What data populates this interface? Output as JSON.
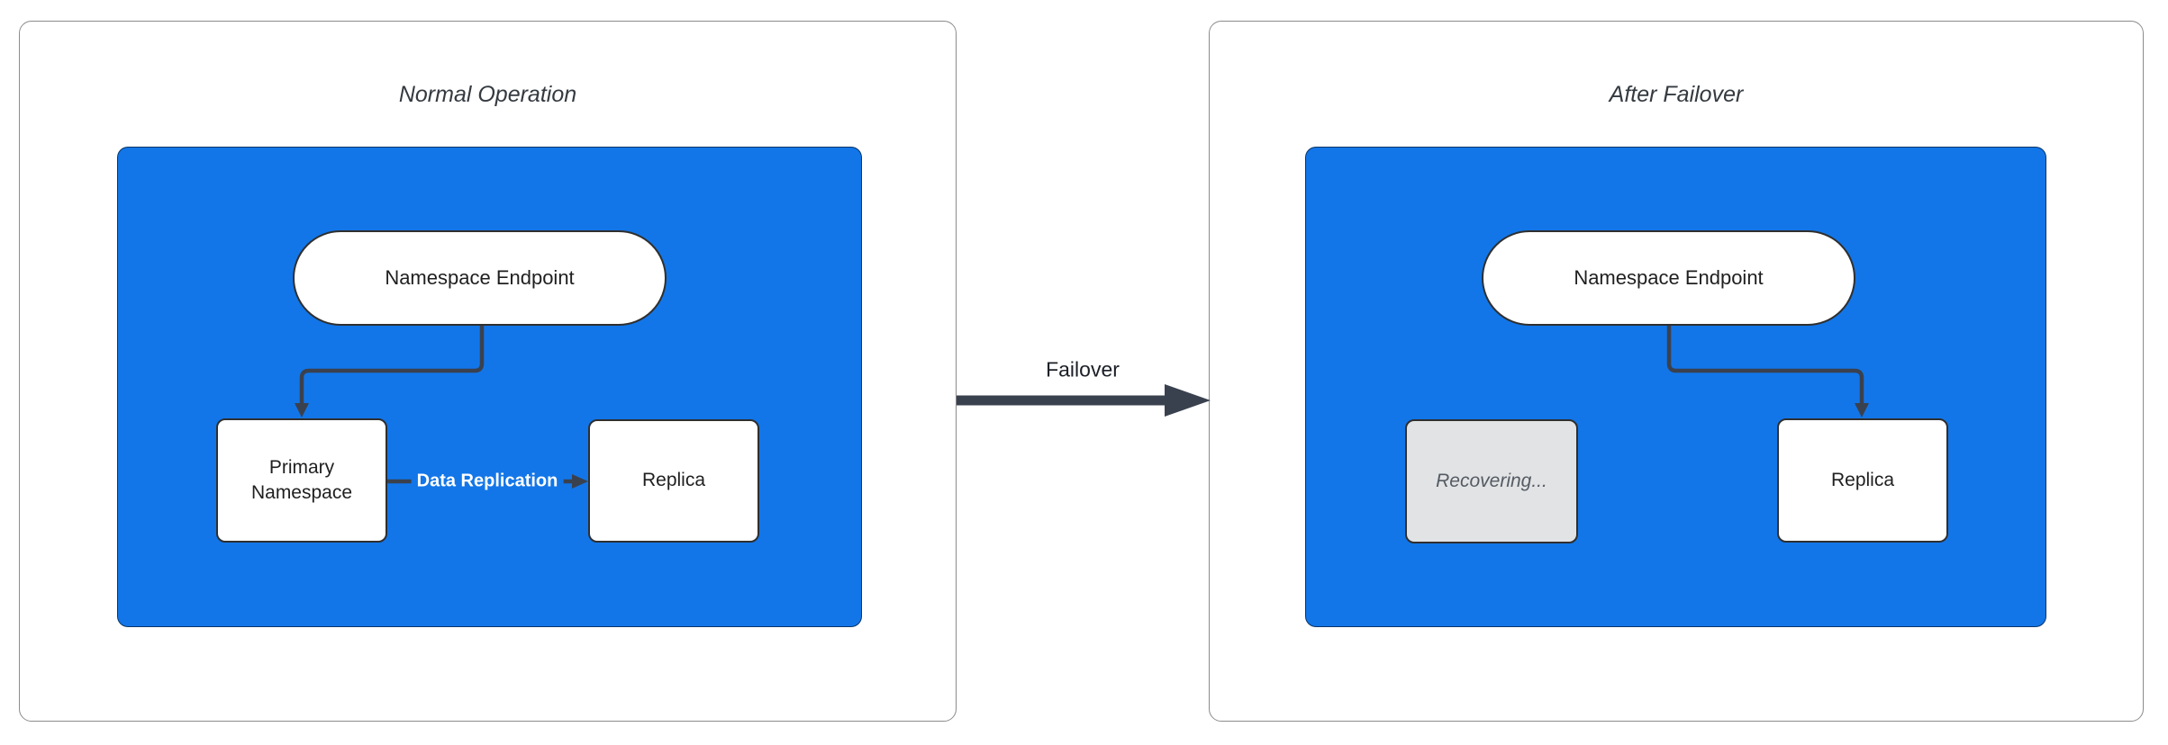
{
  "diagram": {
    "type": "flowchart-failover-comparison",
    "panels": [
      {
        "title": "Normal Operation",
        "nodes": {
          "endpoint": {
            "label": "Namespace Endpoint",
            "shape": "stadium"
          },
          "primary": {
            "label": "Primary Namespace",
            "shape": "rect"
          },
          "replica": {
            "label": "Replica",
            "shape": "rect"
          }
        },
        "edges": [
          {
            "from": "endpoint",
            "to": "primary",
            "label": ""
          },
          {
            "from": "primary",
            "to": "replica",
            "label": "Data Replication"
          }
        ]
      },
      {
        "title": "After Failover",
        "nodes": {
          "endpoint": {
            "label": "Namespace Endpoint",
            "shape": "stadium"
          },
          "recovering": {
            "label": "Recovering...",
            "shape": "rect",
            "state": "disabled"
          },
          "replica": {
            "label": "Replica",
            "shape": "rect"
          }
        },
        "edges": [
          {
            "from": "endpoint",
            "to": "replica",
            "label": ""
          }
        ]
      }
    ],
    "transition_label": "Failover",
    "colors": {
      "cluster_fill": "#1276E8",
      "node_fill": "#FFFFFF",
      "node_border": "#2F2F2F",
      "node_text": "#1F1F1F",
      "recovering_fill": "#E2E3E5",
      "recovering_text": "#555B63",
      "edge": "#3A414E",
      "edge_label_text": "#FFFFFF",
      "panel_border": "#8C8C8C",
      "title_text": "#343A40"
    }
  }
}
